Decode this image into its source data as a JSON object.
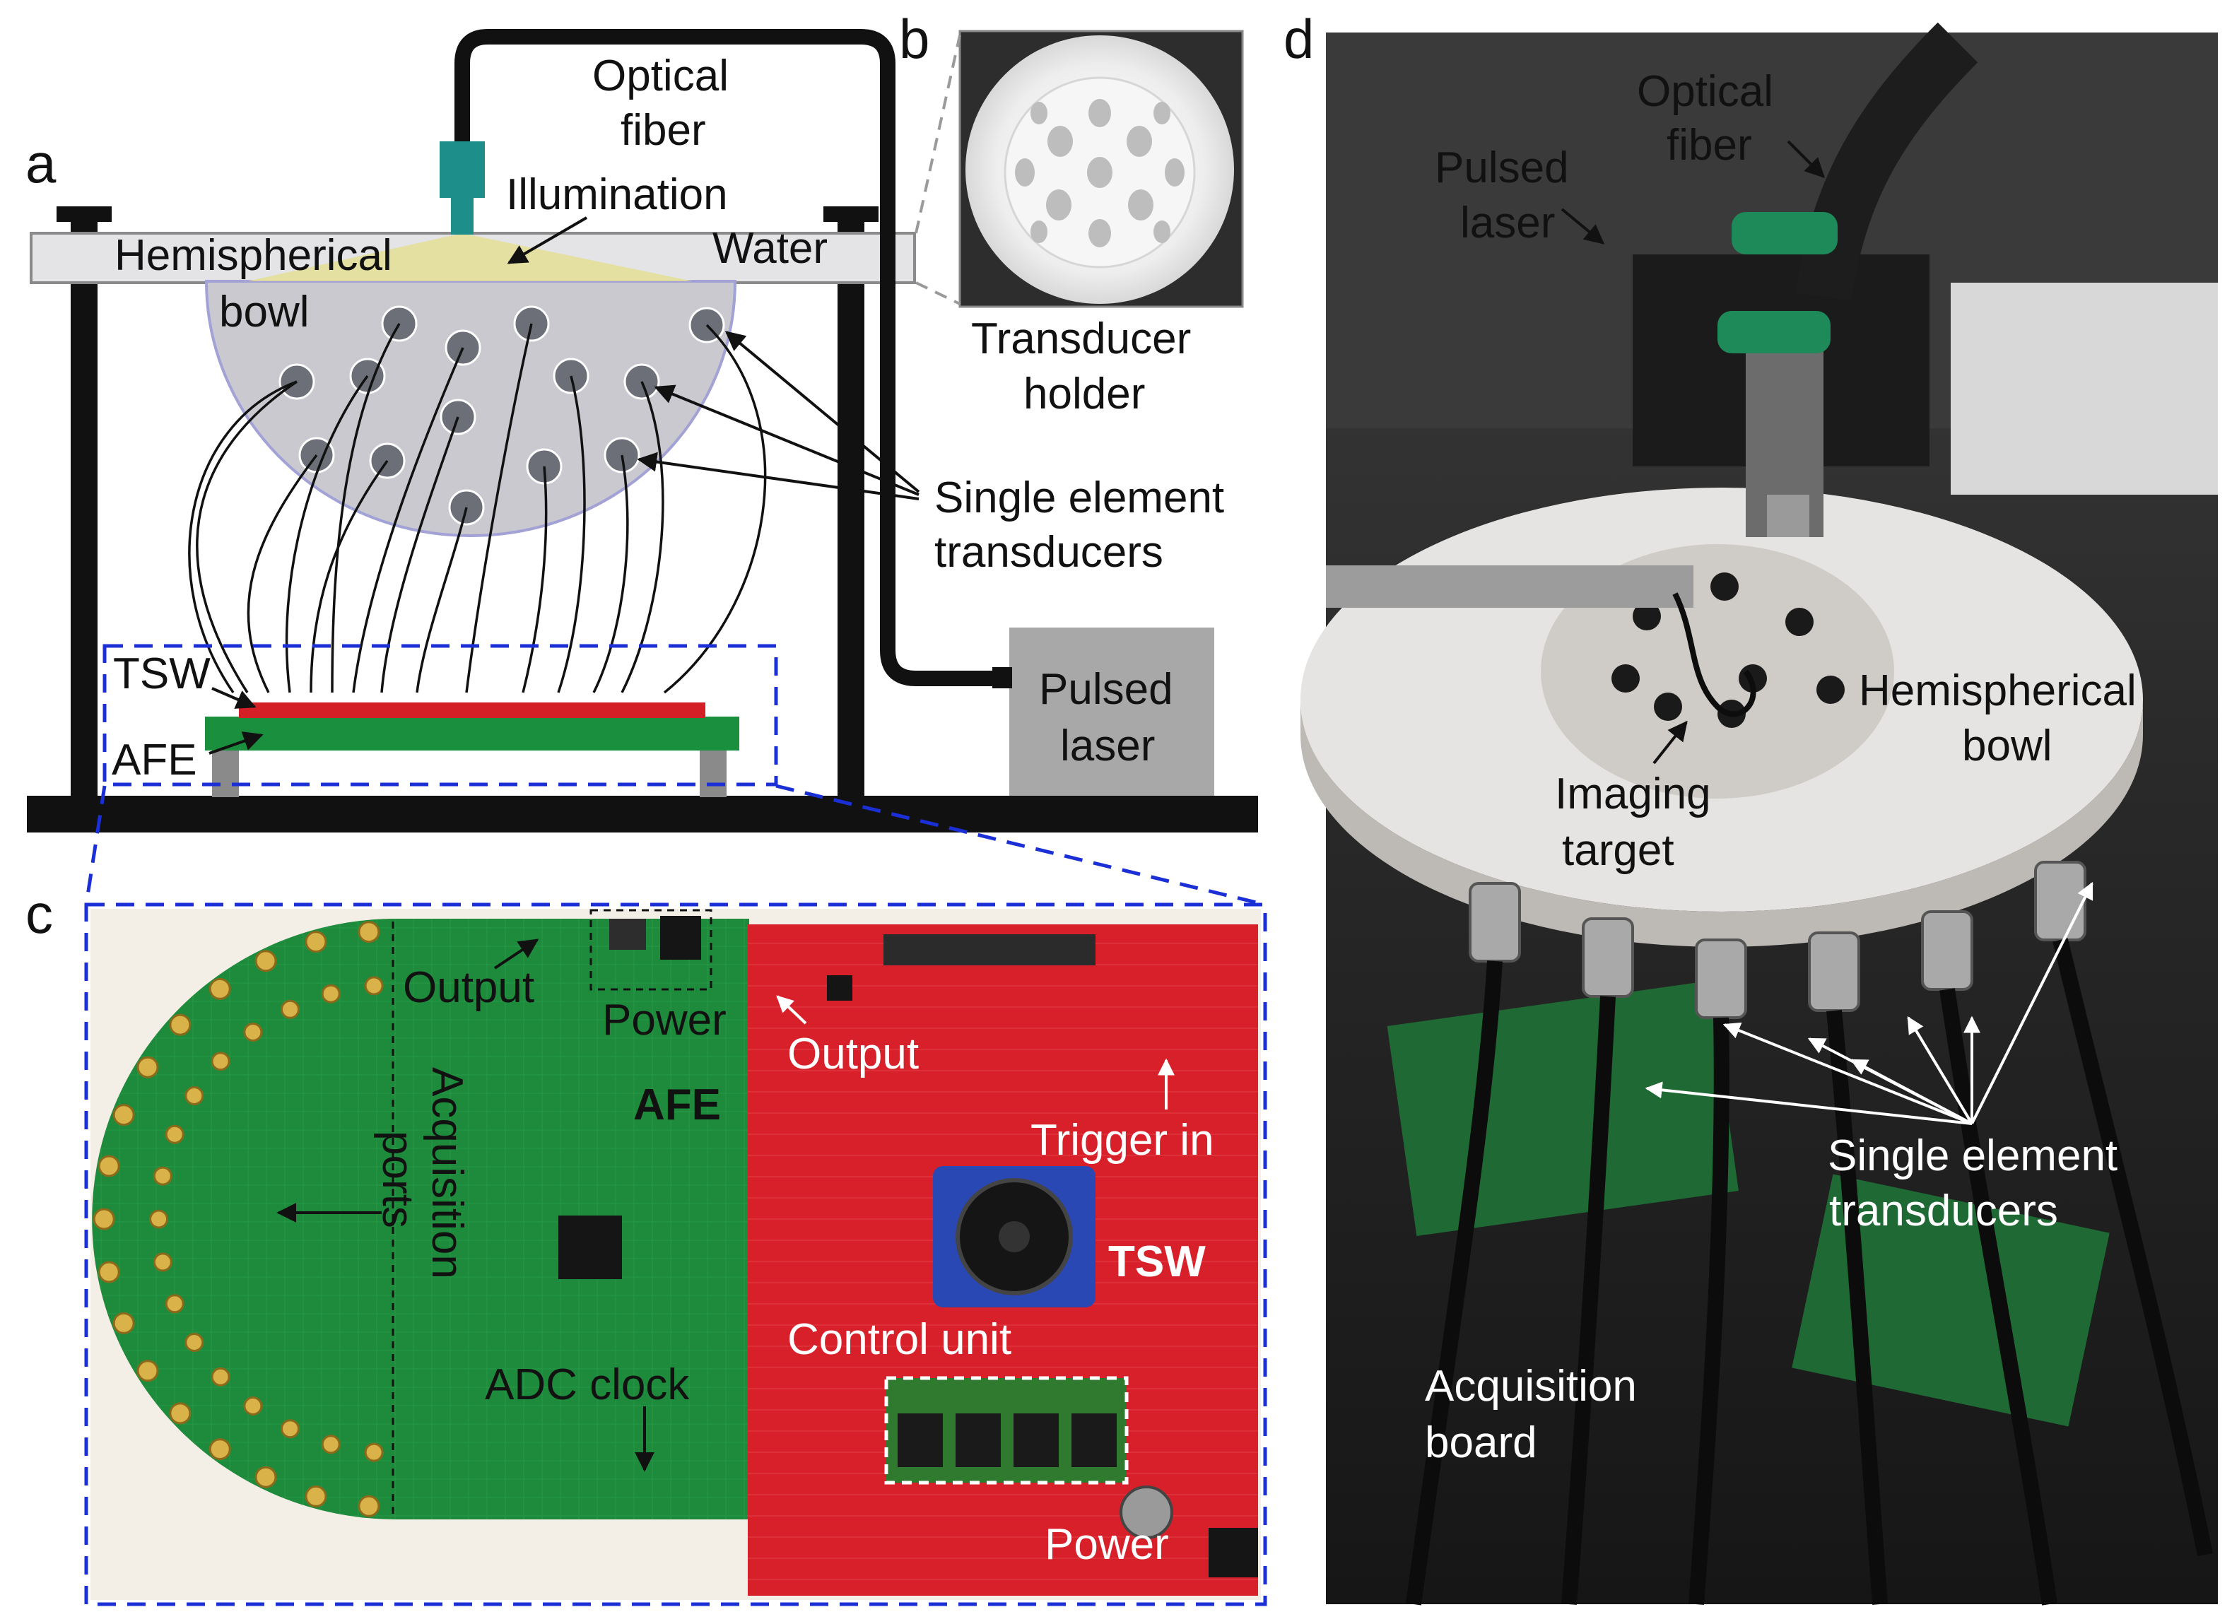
{
  "panels": {
    "a": "a",
    "b": "b",
    "c": "c",
    "d": "d"
  },
  "panel_a": {
    "optical_fiber": [
      "Optical",
      "fiber"
    ],
    "illumination": "Illumination",
    "hemispherical_bowl": [
      "Hemispherical",
      "bowl"
    ],
    "water": "Water",
    "single_element_transducers": [
      "Single element",
      "transducers"
    ],
    "tsw": "TSW",
    "afe": "AFE",
    "pulsed_laser": [
      "Pulsed",
      "laser"
    ]
  },
  "panel_b": {
    "transducer_holder": [
      "Transducer",
      "holder"
    ]
  },
  "panel_c": {
    "output_afe": "Output",
    "power_afe": "Power",
    "output_tsw": "Output",
    "afe": "AFE",
    "acquisition_ports": [
      "Acquisition",
      "ports"
    ],
    "trigger_in": "Trigger in",
    "tsw": "TSW",
    "control_unit": "Control unit",
    "adc_clock": "ADC clock",
    "power_tsw": "Power"
  },
  "panel_d": {
    "pulsed_laser": [
      "Pulsed",
      "laser"
    ],
    "optical_fiber": [
      "Optical",
      "fiber"
    ],
    "hemispherical_bowl": [
      "Hemispherical",
      "bowl"
    ],
    "imaging_target": [
      "Imaging",
      "target"
    ],
    "single_element_transducers": [
      "Single element",
      "transducers"
    ],
    "acquisition_board": [
      "Acquisition",
      "board"
    ]
  },
  "colors": {
    "board_green": "#1e8a3c",
    "board_red": "#d8202a",
    "tsw_strip": "#d51f26",
    "afe_strip": "#1a8f3e",
    "highlight_box": "#1a2fd6",
    "fiber_head": "#1e8e8a",
    "bowl_gray": "#c9c9cf",
    "laser_box": "#a8a8a8",
    "illumination": "#e3df9a"
  },
  "icons": [
    "arrow-icon",
    "transducer-element-icon",
    "fan-icon",
    "ram-module-icon",
    "sma-connector-icon"
  ]
}
